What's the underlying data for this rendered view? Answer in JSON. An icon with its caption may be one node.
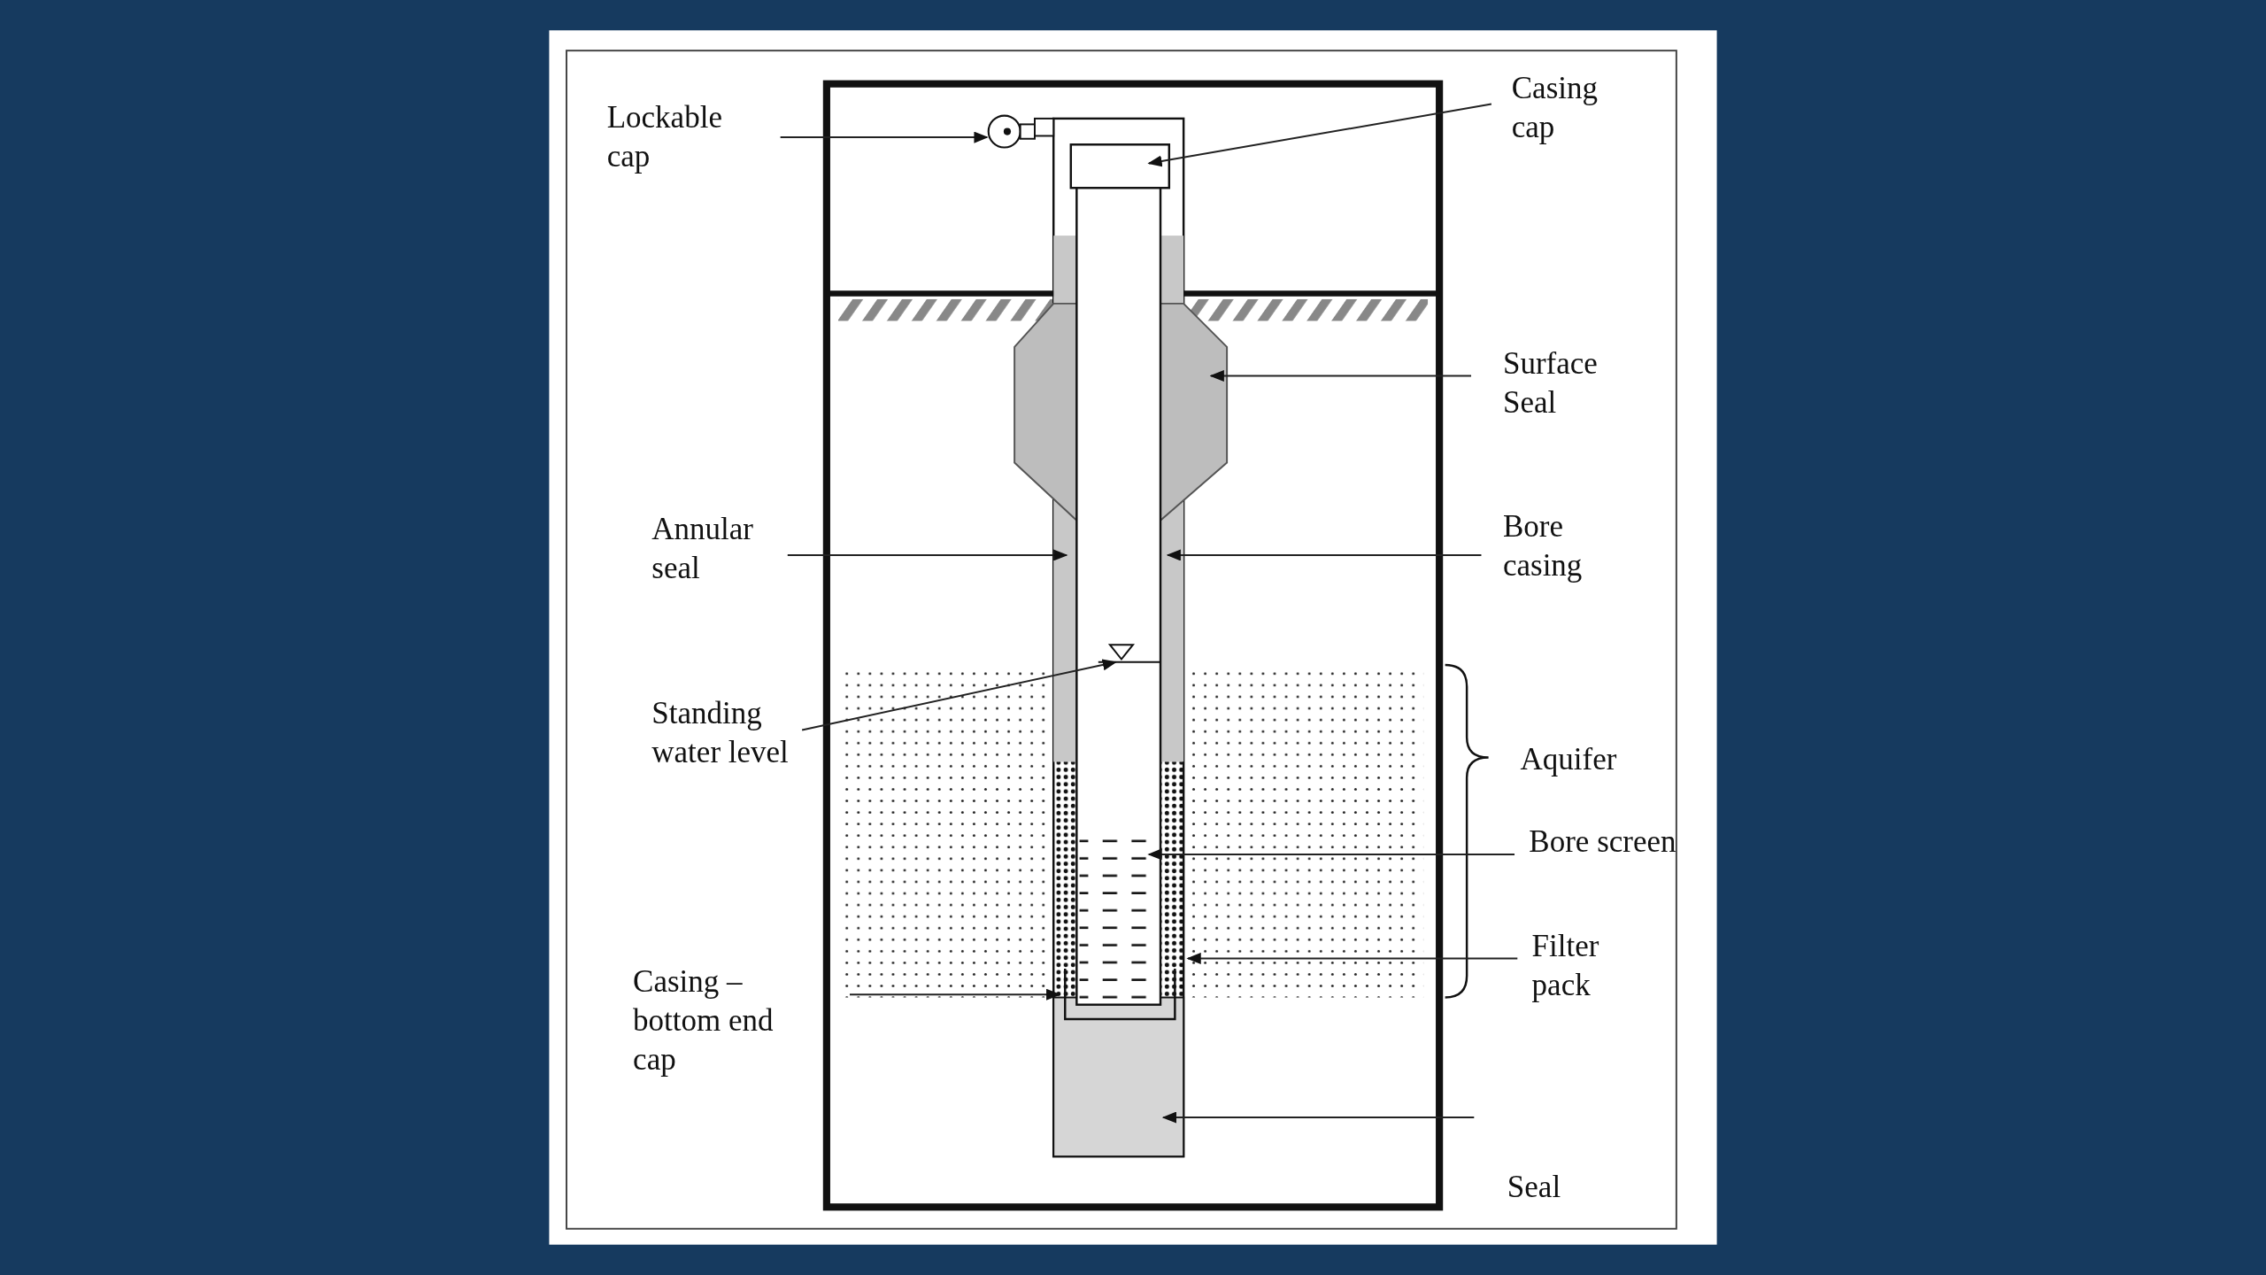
{
  "diagram": {
    "nodes": [
      {
        "text": [
          "Lockable cap"
        ]
      },
      {
        "text": [
          "Casing cap"
        ]
      },
      {
        "text": [
          "Surface Seal"
        ]
      },
      {
        "text": [
          "Annular seal"
        ]
      },
      {
        "text": [
          "Bore casing"
        ]
      },
      {
        "text": [
          "Standing water level"
        ]
      },
      {
        "text": [
          "Bore screen"
        ]
      },
      {
        "text": [
          "Filter pack"
        ]
      },
      {
        "text": [
          "Casing – bottom end cap"
        ]
      },
      {
        "text": [
          "Seal"
        ]
      }
    ],
    "edges": [
      {
        "from": 0,
        "to": null,
        "arrow": "to"
      },
      {
        "from": 1,
        "to": null,
        "arrow": "to"
      },
      {
        "from": 2,
        "to": null,
        "arrow": "to"
      },
      {
        "from": 3,
        "to": null,
        "arrow": "to"
      },
      {
        "from": 4,
        "to": null,
        "arrow": "to"
      },
      {
        "from": 5,
        "to": null,
        "arrow": "to"
      },
      {
        "from": 6,
        "to": null,
        "arrow": "to"
      },
      {
        "from": 7,
        "to": null,
        "arrow": "to"
      },
      {
        "from": 8,
        "to": null,
        "arrow": "to"
      },
      {
        "from": 9,
        "to": null,
        "arrow": "to"
      }
    ],
    "labels": [
      "Aquifer"
    ]
  }
}
